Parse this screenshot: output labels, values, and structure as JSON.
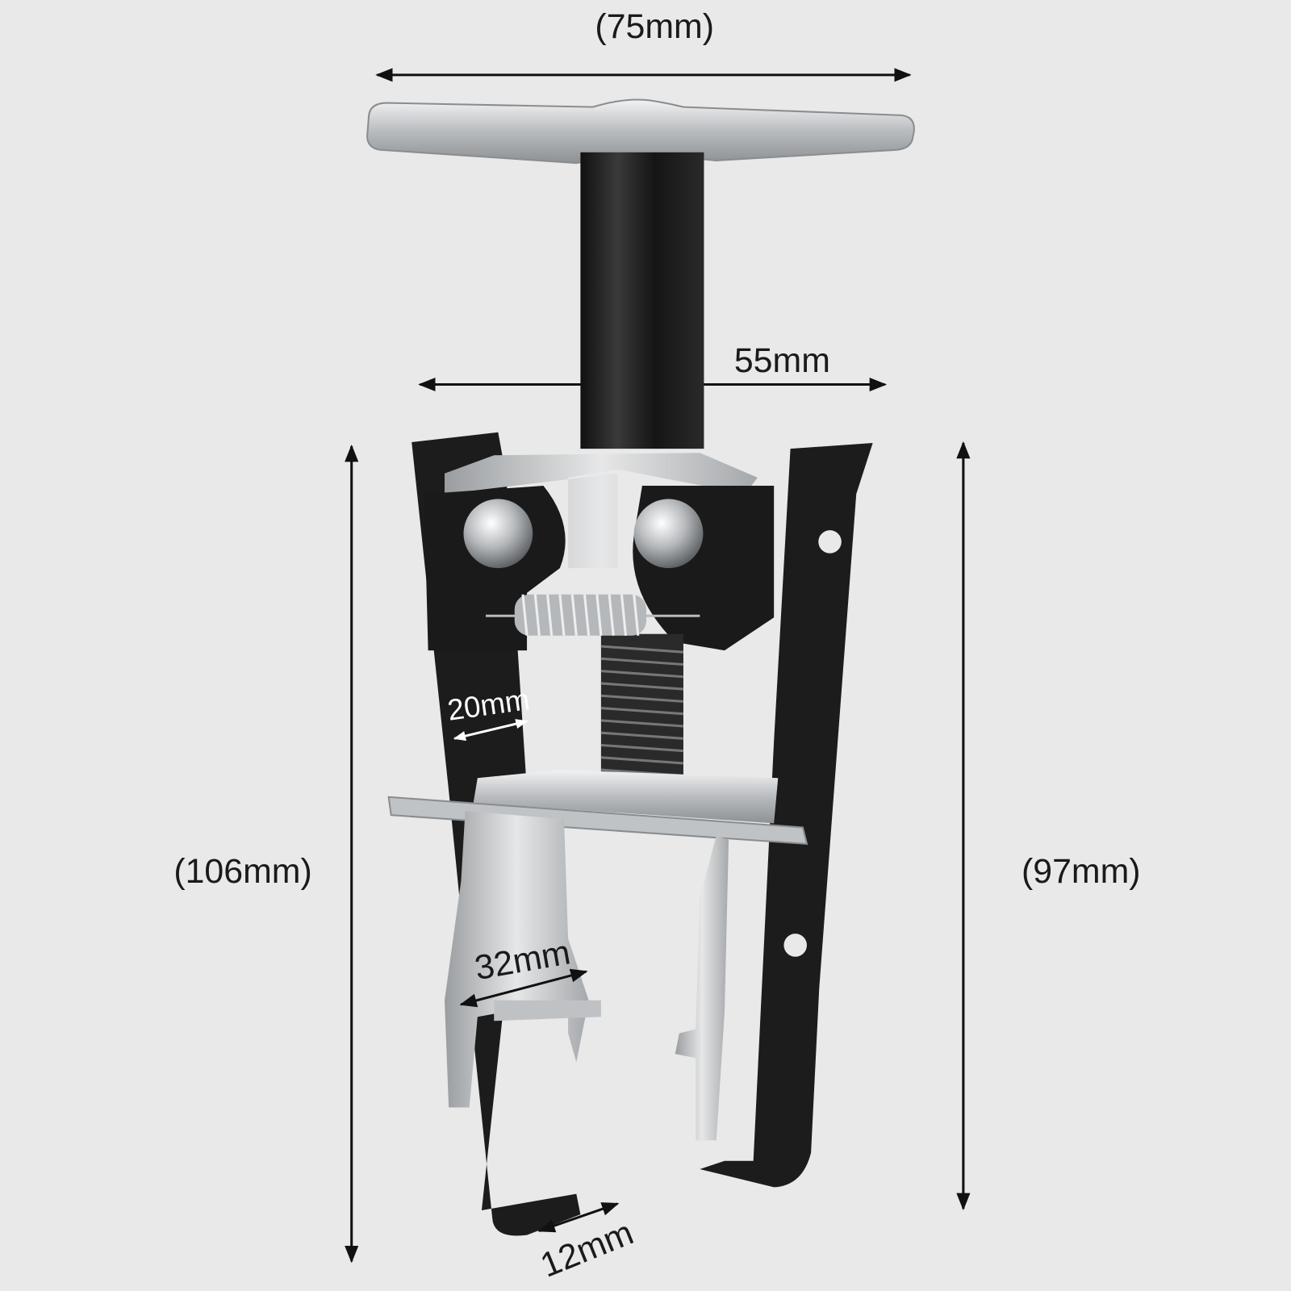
{
  "dimensions": {
    "handle_width": "(75mm)",
    "leg_span": "55mm",
    "total_height": "(106mm)",
    "leg_height": "(97mm)",
    "leg_width": "20mm",
    "jaw_gap": "32mm",
    "hook_depth": "12mm"
  },
  "colors": {
    "background": "#e8e9e8",
    "steel_black": "#1c1c1c",
    "silver": "#c8cacc"
  }
}
